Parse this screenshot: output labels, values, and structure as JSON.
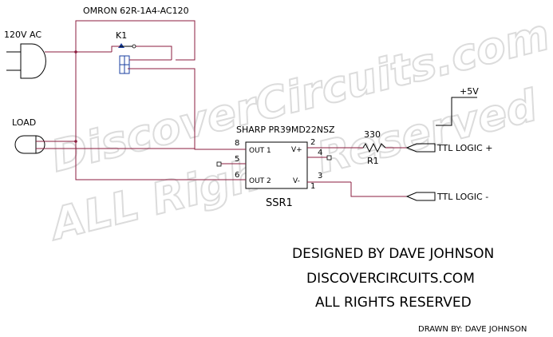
{
  "watermark": {
    "line1": "DiscoverCircuits.com",
    "line2": "ALL Rights Reserved"
  },
  "labels": {
    "relay_part": "OMRON 62R-1A4-AC120",
    "ac_source": "120V AC",
    "relay_ref": "K1",
    "load": "LOAD",
    "ssr_part": "SHARP PR39MD22NSZ",
    "ssr_ref": "SSR1",
    "supply": "+5V",
    "resistor_value": "330",
    "resistor_ref": "R1",
    "ttl_pos": "TTL LOGIC +",
    "ttl_neg": "TTL LOGIC -",
    "pin8": "8",
    "pin5": "5",
    "pin6": "6",
    "pin2": "2",
    "pin4": "4",
    "pin3": "3",
    "pin1": "1",
    "out1": "OUT 1",
    "out2": "OUT 2",
    "vplus": "V+",
    "vminus": "V-"
  },
  "credits": {
    "designed_by": "DESIGNED BY DAVE JOHNSON",
    "website": "DISCOVERCIRCUITS.COM",
    "rights": "ALL RIGHTS RESERVED",
    "drawn_by": "DRAWN BY: DAVE JOHNSON"
  },
  "colors": {
    "wire": "#8b1e3f",
    "component": "#000000",
    "relay_coil": "#1a3fa0",
    "watermark": "#dcdcdc"
  }
}
